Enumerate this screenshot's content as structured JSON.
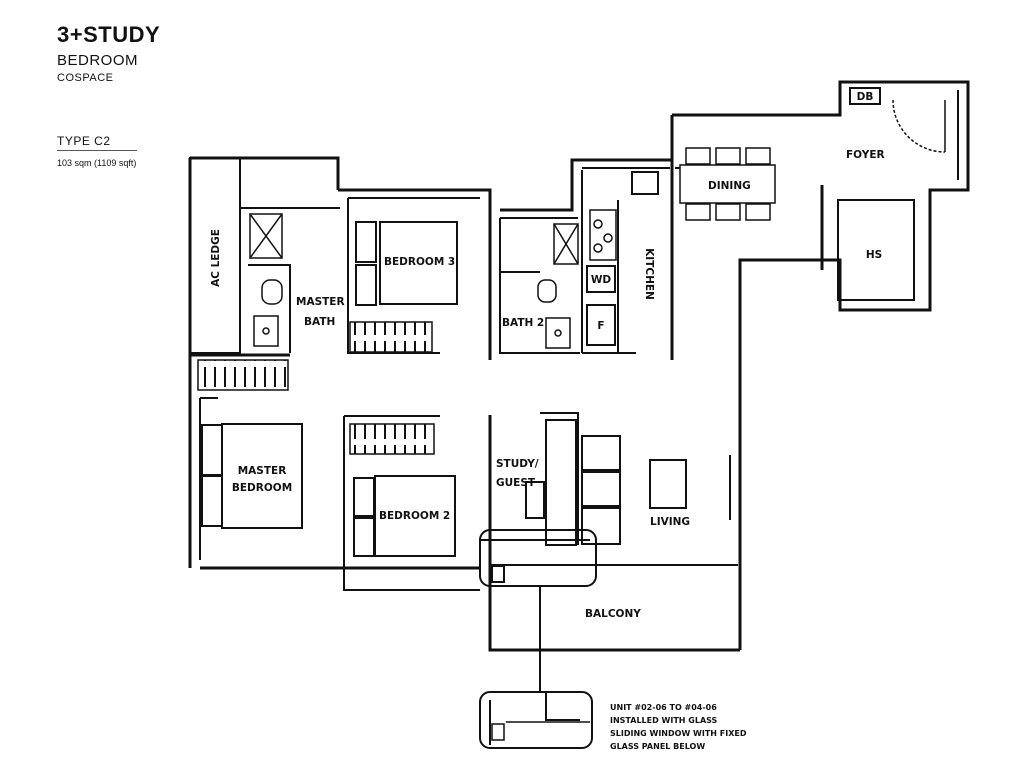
{
  "header": {
    "title": "3+STUDY",
    "subtitle": "BEDROOM",
    "brand": "COSPACE",
    "unit_type": "TYPE C2",
    "area": "103 sqm  (1109  sqft)"
  },
  "rooms": {
    "ac_ledge": "AC LEDGE",
    "bedroom3": "BEDROOM 3",
    "master_bath_1": "MASTER",
    "master_bath_2": "BATH",
    "bath2": "BATH 2",
    "kitchen": "KITCHEN",
    "wd": "WD",
    "fridge": "F",
    "dining": "DINING",
    "foyer": "FOYER",
    "db": "DB",
    "hs": "HS",
    "master_bedroom_1": "MASTER",
    "master_bedroom_2": "BEDROOM",
    "bedroom2": "BEDROOM 2",
    "study_1": "STUDY/",
    "study_2": "GUEST",
    "living": "LIVING",
    "balcony": "BALCONY"
  },
  "note": {
    "line1": "UNIT #02-06 TO #04-06",
    "line2": "INSTALLED WITH GLASS",
    "line3": "SLIDING WINDOW WITH FIXED",
    "line4": "GLASS PANEL BELOW"
  }
}
